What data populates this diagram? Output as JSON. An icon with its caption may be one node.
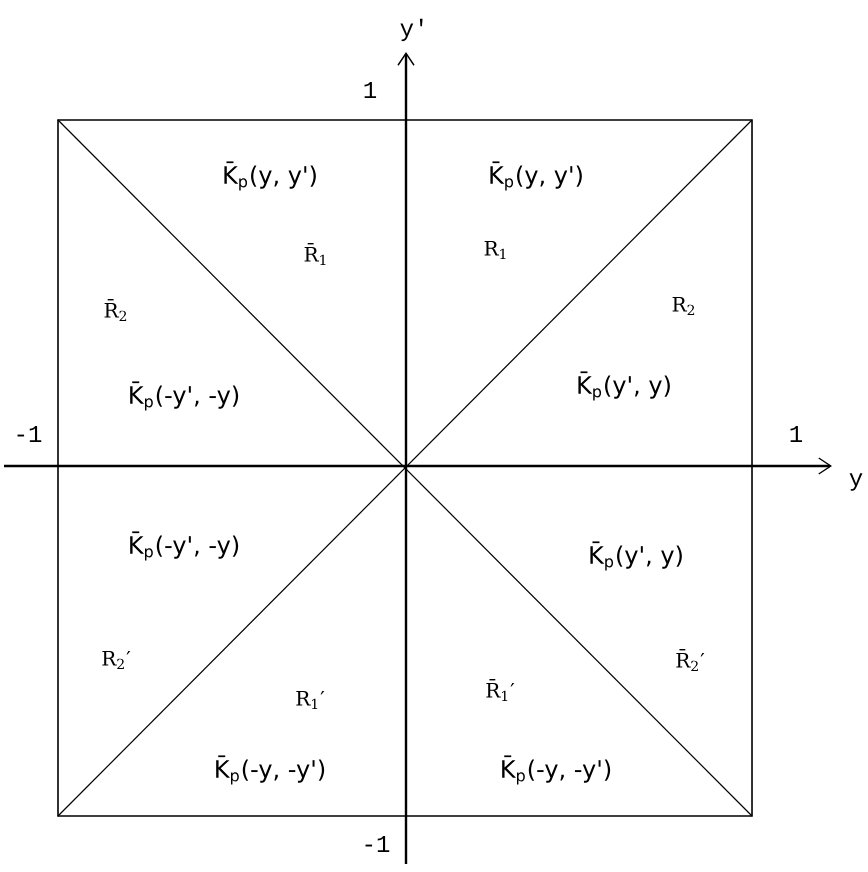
{
  "diagram": {
    "labels": [
      "y′",
      "1",
      "K̄$_{p}$(y, y')",
      "K̄$_{p}$(y, y')",
      "R̄$_{1}$",
      "R$_{1}$",
      "R̄$_{2}$",
      "R$_{2}$",
      "K̄$_{p}$(-y', -y)",
      "K̄$_{p}$(y', y)",
      "-1",
      "1",
      "y",
      "K̄$_{p}$(-y', -y)",
      "K̄$_{p}$(y', y)",
      "R$_{2}$′",
      "R̄$_{2}$′",
      "R$_{1}$′",
      "R̄$_{1}$′",
      "K̄$_{p}$(-y, -y')",
      "K̄$_{p}$(-y, -y')",
      "-1"
    ]
  }
}
